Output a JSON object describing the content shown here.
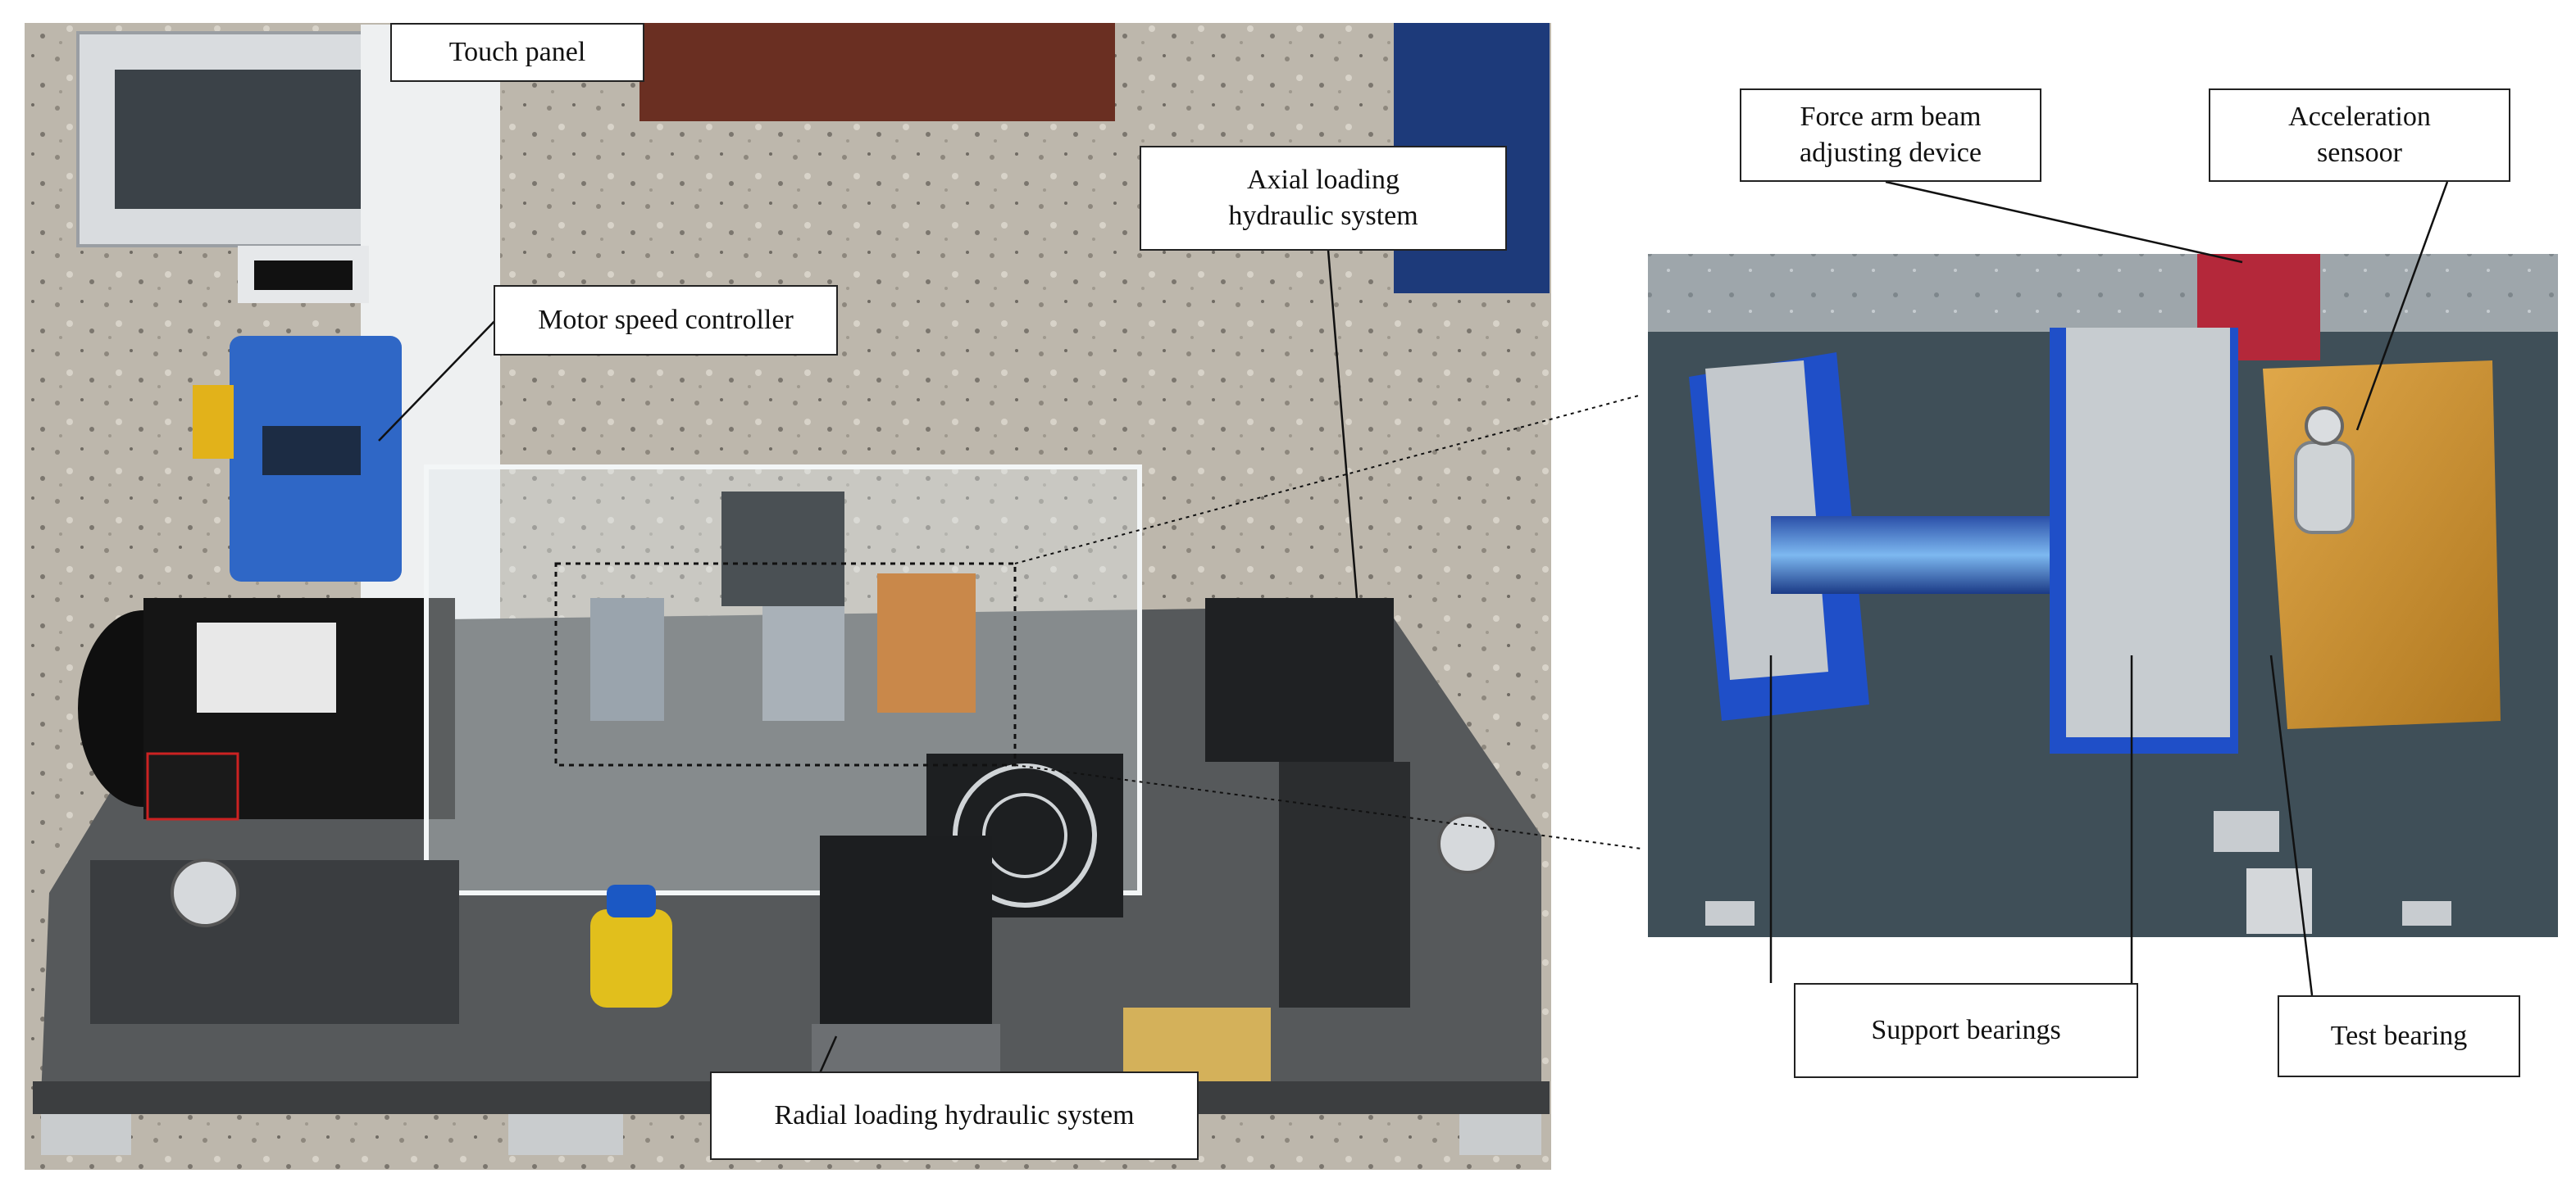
{
  "labels": {
    "touch_panel": "Touch panel",
    "motor_speed_controller": "Motor speed controller",
    "axial_loading": "Axial loading\nhydraulic system",
    "radial_loading": "Radial loading hydraulic system",
    "force_arm": "Force arm beam\nadjusting device",
    "acceleration_sensor": "Acceleration\nsensoor",
    "support_bearings": "Support bearings",
    "test_bearing": "Test bearing"
  },
  "colors": {
    "floor": "#b9b3a8",
    "base_plate": "#5c5e60",
    "blue_block": "#1f4fc8",
    "brass_block": "#c8922e",
    "red_bracket": "#b4283a",
    "motor": "#141414"
  }
}
